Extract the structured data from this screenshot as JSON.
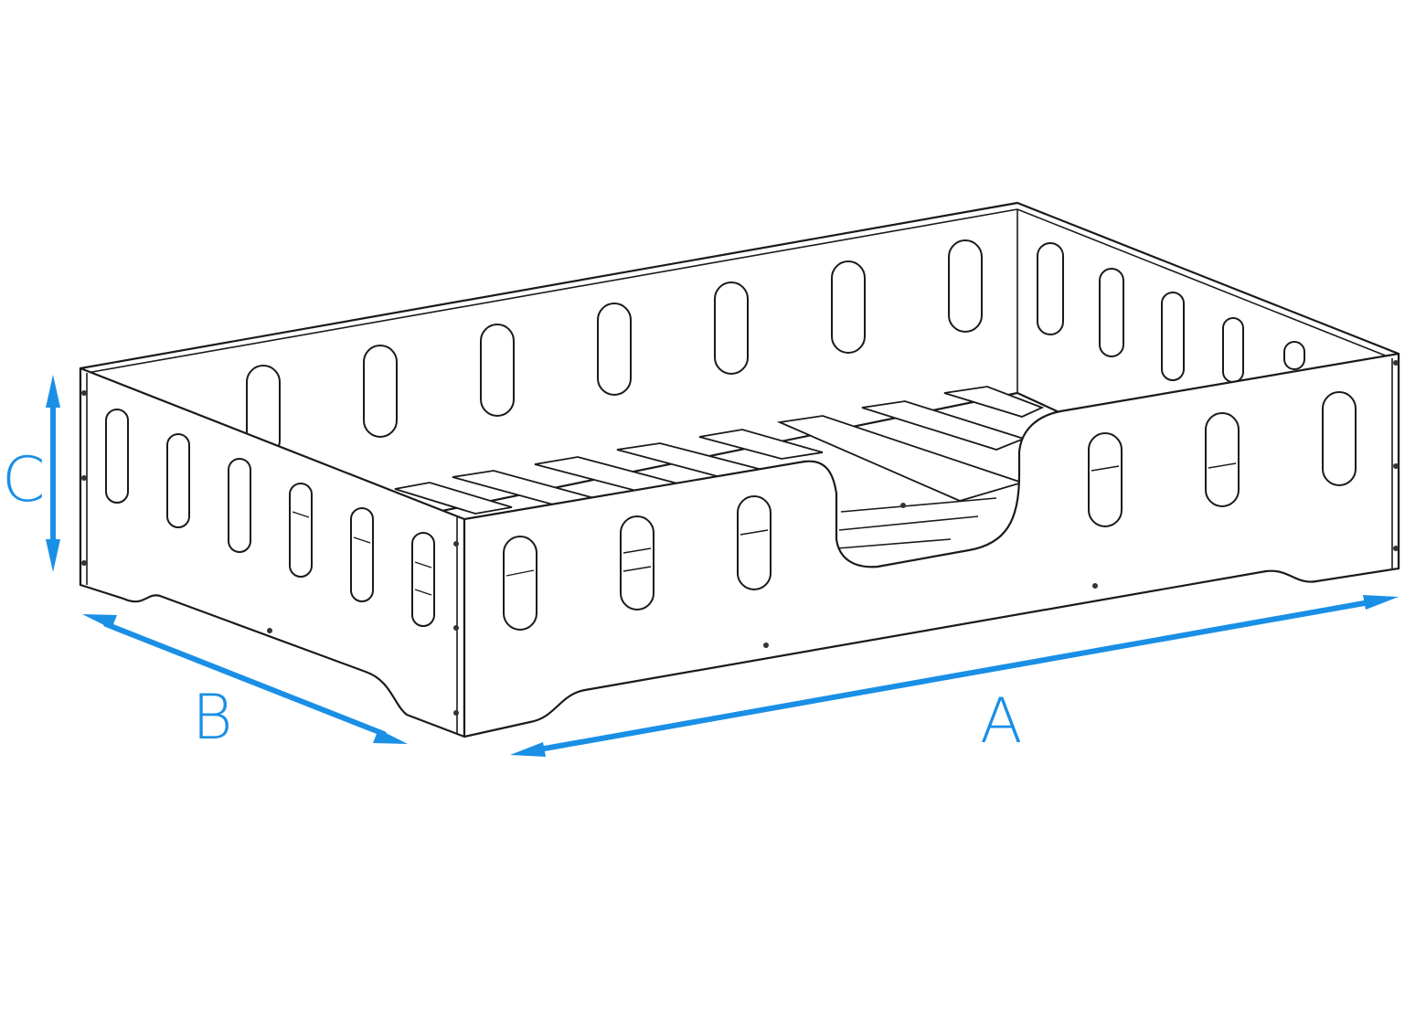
{
  "dimensions": {
    "a_label": "A",
    "b_label": "B",
    "c_label": "C"
  },
  "colors": {
    "dimension": "#1a8fe6",
    "outline": "#1a1a1a",
    "fill": "#ffffff"
  }
}
